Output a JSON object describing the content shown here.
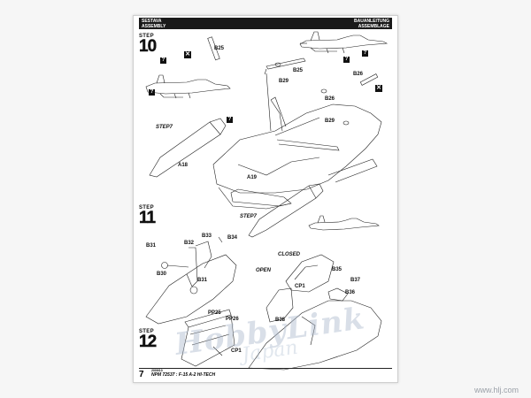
{
  "header": {
    "left_line1": "SESTAVA",
    "left_line2": "ASSEMBLY",
    "right_line1": "BAUANLEITUNG",
    "right_line2": "ASSEMBLAGE"
  },
  "steps": {
    "step10": {
      "word": "STEP",
      "number": "10"
    },
    "step11": {
      "word": "STEP",
      "number": "11"
    },
    "step12": {
      "word": "STEP",
      "number": "12"
    }
  },
  "labels": {
    "b25a": "B25",
    "b25b": "B25",
    "b29a": "B29",
    "b26a": "B26",
    "b26b": "B26",
    "b29b": "B29",
    "step7a": "STEP7",
    "step7b": "STEP7",
    "a18": "A18",
    "a19": "A19",
    "b33": "B33",
    "b34": "B34",
    "b31a": "B31",
    "b32": "B32",
    "b30": "B30",
    "b31b": "B31",
    "closed": "CLOSED",
    "open": "OPEN",
    "cp1a": "CP1",
    "b35": "B35",
    "b37": "B37",
    "b36": "B36",
    "pp25": "PP25",
    "pp26": "PP26",
    "b38": "B38",
    "cp1b": "CP1"
  },
  "marks": {
    "question": "?",
    "cross": "✕"
  },
  "footer": {
    "page": "7",
    "year": "2009/10",
    "product": "NPM 72537 :  F-15 A-2 HI-TECH"
  },
  "watermark": {
    "brand": "HobbyLink",
    "sub": "Japan",
    "url": "www.hlj.com"
  },
  "colors": {
    "ink": "#222222",
    "header_bg": "#1a1a1a",
    "watermark": "#aab9cd"
  }
}
